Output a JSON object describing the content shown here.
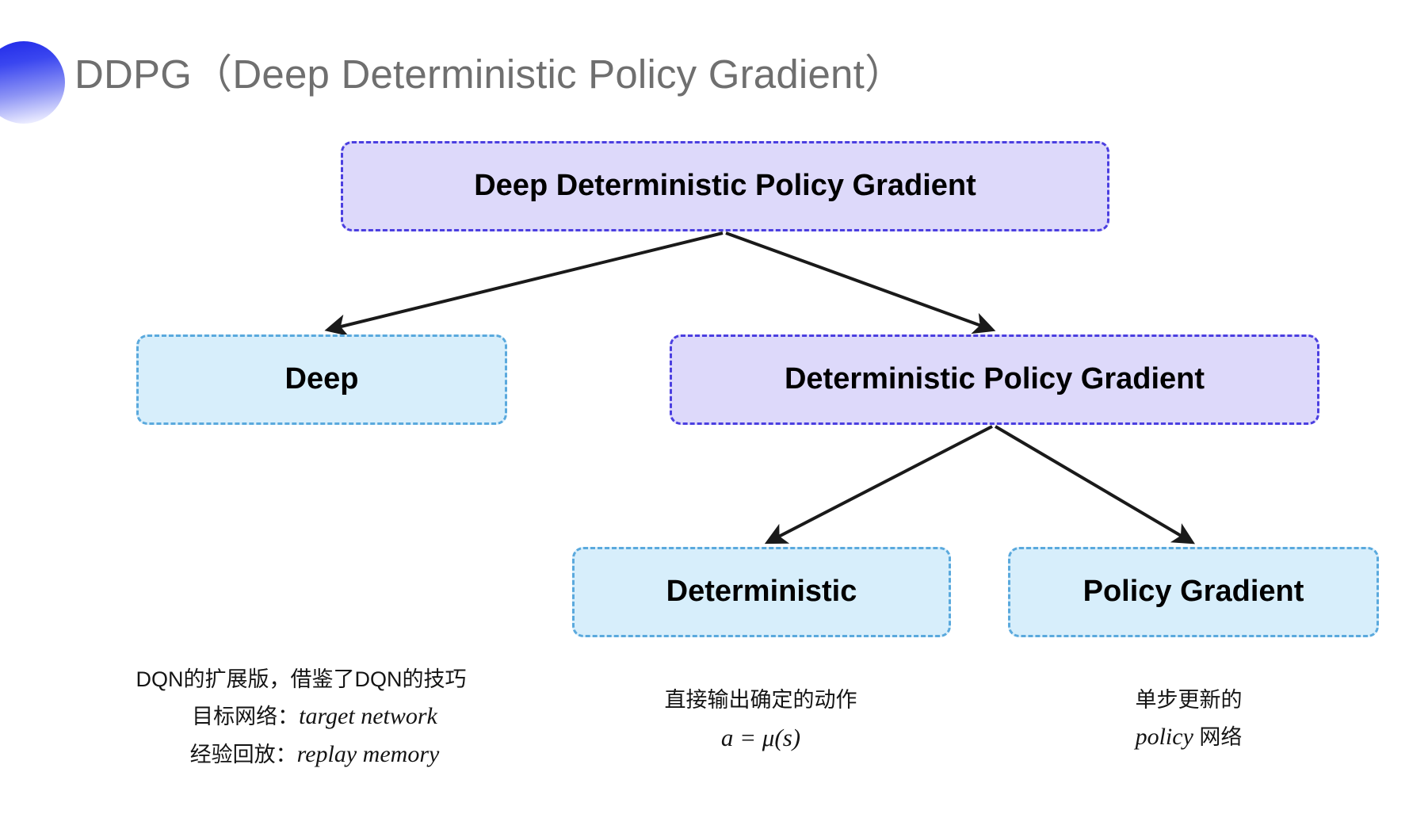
{
  "slide": {
    "title": "DDPG（Deep Deterministic Policy Gradient）",
    "background": "#ffffff",
    "title_color": "#6f6f6f",
    "bullet_gradient_from": "#1f28e8",
    "bullet_gradient_to": "#ffffff"
  },
  "palette": {
    "purple_fill": "#ddd9fa",
    "purple_border": "#4b3fe0",
    "blue_fill": "#d7eefb",
    "blue_border": "#5aa9dd",
    "arrow_color": "#1a1a1a",
    "text_color": "#141414"
  },
  "diagram": {
    "type": "tree",
    "nodes": [
      {
        "id": "root",
        "label": "Deep Deterministic Policy Gradient",
        "style": "purple"
      },
      {
        "id": "deep",
        "label": "Deep",
        "style": "blue"
      },
      {
        "id": "dpg",
        "label": "Deterministic Policy Gradient",
        "style": "purple"
      },
      {
        "id": "det",
        "label": "Deterministic",
        "style": "blue"
      },
      {
        "id": "pg",
        "label": "Policy Gradient",
        "style": "blue"
      }
    ],
    "edges": [
      {
        "from": "root",
        "to": "deep"
      },
      {
        "from": "root",
        "to": "dpg"
      },
      {
        "from": "dpg",
        "to": "det"
      },
      {
        "from": "dpg",
        "to": "pg"
      }
    ]
  },
  "captions": {
    "deep": {
      "line1": "DQN的扩展版，借鉴了DQN的技巧",
      "line2_label": "目标网络：",
      "line2_value": "target network",
      "line3_label": "经验回放：",
      "line3_value": "replay memory"
    },
    "deterministic": {
      "line1": "直接输出确定的动作",
      "formula": "a = μ(s)"
    },
    "policy_gradient": {
      "line1": "单步更新的",
      "line2_value": "policy",
      "line2_label": " 网络"
    }
  }
}
